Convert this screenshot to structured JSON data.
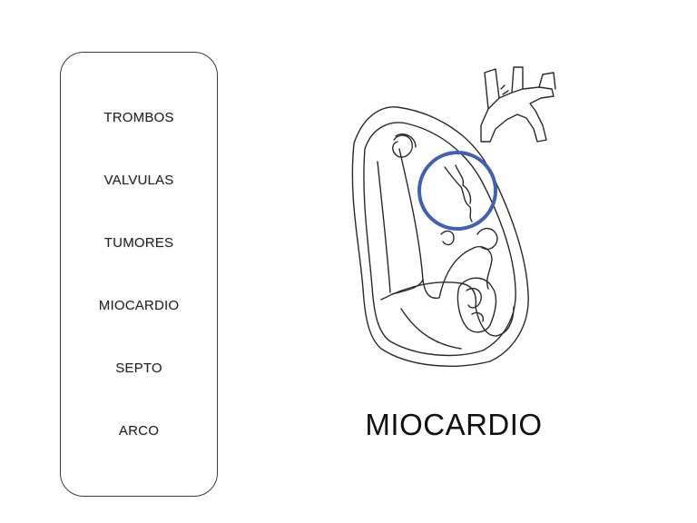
{
  "menu": {
    "items": [
      {
        "label": "TROMBOS"
      },
      {
        "label": "VALVULAS"
      },
      {
        "label": "TUMORES"
      },
      {
        "label": "MIOCARDIO"
      },
      {
        "label": "SEPTO"
      },
      {
        "label": "ARCO"
      }
    ]
  },
  "diagram": {
    "title": "MIOCARDIO",
    "highlight_color": "#3f62b5",
    "line_color": "#2a2a2a"
  }
}
